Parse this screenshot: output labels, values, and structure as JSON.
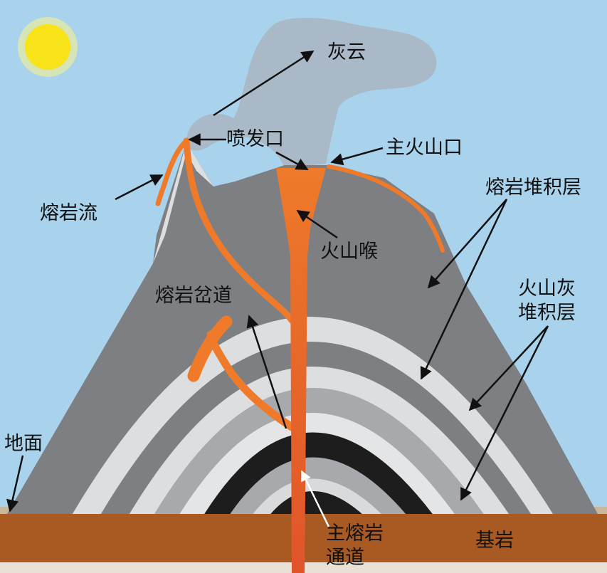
{
  "labels": {
    "ash_cloud": "灰云",
    "vent": "喷发口",
    "main_crater": "主火山口",
    "lava_flow": "熔岩流",
    "lava_layers": "熔岩堆积层",
    "throat": "火山喉",
    "branch_conduit": "熔岩岔道",
    "ash_layers_line1": "火山灰",
    "ash_layers_line2": "堆积层",
    "ground": "地面",
    "main_conduit_line1": "主熔岩",
    "main_conduit_line2": "通道",
    "bedrock": "基岩"
  },
  "icons": {
    "sun": "sun-icon"
  },
  "colors": {
    "sky": "#a9d3ec",
    "sun": "#f7e318",
    "ash_cloud": "#aab9c8",
    "lava": "#ee7a2a",
    "bedrock": "#a85a22",
    "ground": "#c9b79c",
    "layer_dark": "#7d7f82",
    "layer_mid": "#a7a9ac",
    "layer_light": "#dddedf",
    "layer_black": "#1d1d1d"
  }
}
